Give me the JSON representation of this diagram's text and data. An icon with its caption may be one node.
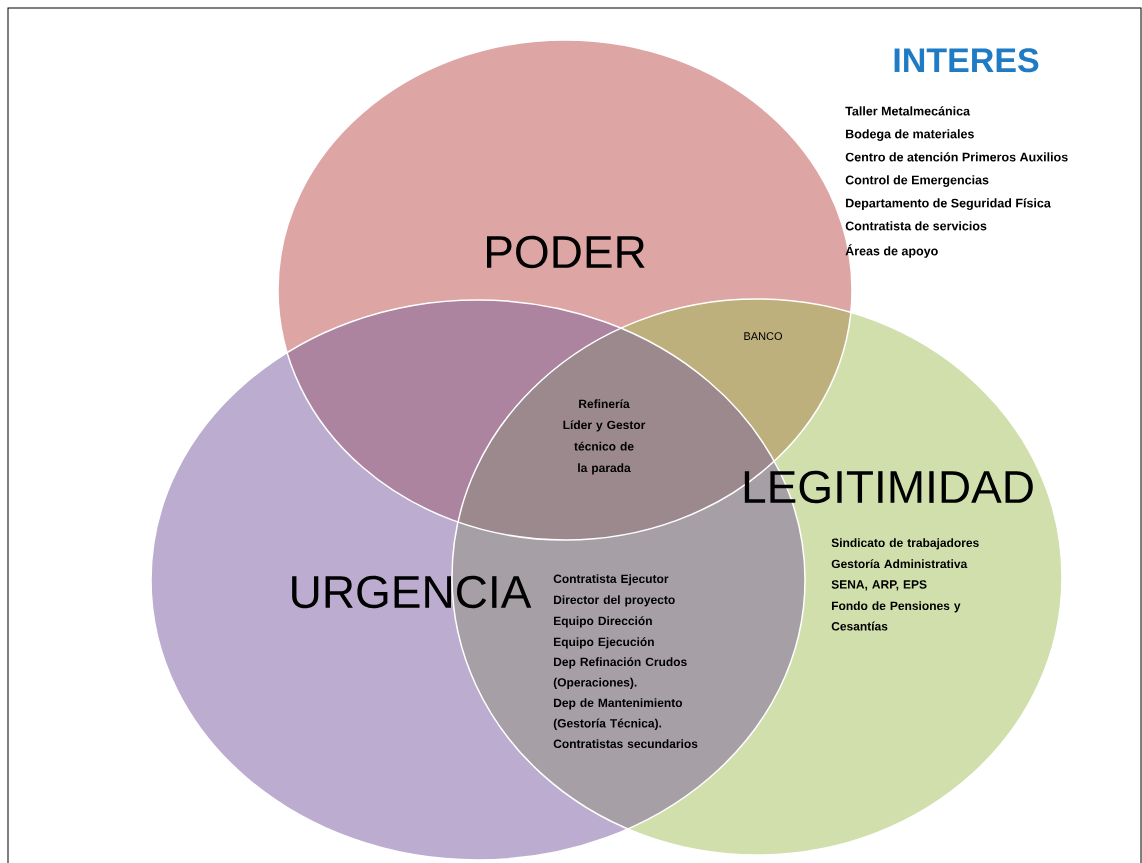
{
  "diagram": {
    "nodes": [
      {
        "text": [
          "PODER"
        ]
      },
      {
        "text": [
          "URGENCIA"
        ]
      },
      {
        "text": [
          "LEGITIMIDAD"
        ]
      }
    ],
    "labels": [
      "INTERES",
      "Taller Metalmecánica",
      "Bodega de materiales",
      "Centro de atención Primeros Auxilios",
      "Control de Emergencias",
      "Departamento de Seguridad Física",
      "Contratista de servicios",
      "Áreas de apoyo",
      "BANCO",
      "Refinería",
      "Líder y Gestor técnico de la parada",
      "Contratista Ejecutor",
      "Director del proyecto",
      "Equipo Dirección",
      "Equipo Ejecución",
      "Dep Refinación Crudos (Operaciones).",
      "Dep de Mantenimiento (Gestoría Técnica).",
      "Contratistas secundarios",
      "Sindicato de trabajadores",
      "Gestoría Administrativa",
      "SENA, ARP, EPS",
      "Fondo de Pensiones y Cesantías"
    ]
  }
}
